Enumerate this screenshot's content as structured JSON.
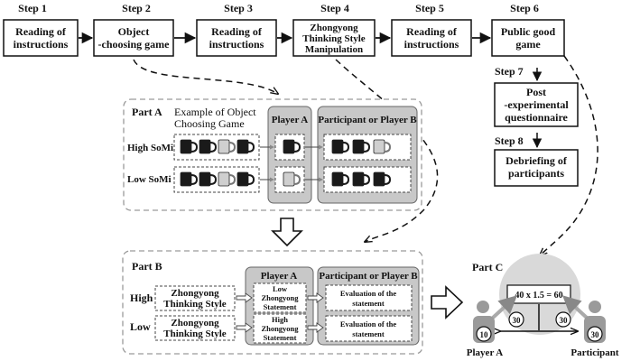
{
  "steps": [
    {
      "label": "Step 1",
      "box": [
        "Reading of",
        "instructions"
      ]
    },
    {
      "label": "Step 2",
      "box": [
        "Object",
        "-choosing game"
      ]
    },
    {
      "label": "Step 3",
      "box": [
        "Reading of",
        "instructions"
      ]
    },
    {
      "label": "Step 4",
      "box": [
        "Zhongyong",
        "Thinking Style",
        "Manipulation"
      ]
    },
    {
      "label": "Step 5",
      "box": [
        "Reading of",
        "instructions"
      ]
    },
    {
      "label": "Step 6",
      "box": [
        "Public good",
        "game"
      ]
    },
    {
      "label": "Step 7",
      "box": [
        "Post",
        "-experimental",
        "questionnaire"
      ]
    },
    {
      "label": "Step 8",
      "box": [
        "Debriefing of",
        "participants"
      ]
    }
  ],
  "partA": {
    "title": "Part A",
    "example_label": [
      "Example of Object",
      "Choosing Game"
    ],
    "player_a": "Player A",
    "participant_b": "Participant or Player B",
    "rows": [
      {
        "label": "High SoMi",
        "cups": [
          "dark",
          "dark",
          "light",
          "dark"
        ],
        "player_a_cups": [
          "dark"
        ],
        "participant_cups": [
          "dark",
          "dark",
          "light"
        ]
      },
      {
        "label": "Low SoMi",
        "cups": [
          "dark",
          "dark",
          "light",
          "dark"
        ],
        "player_a_cups": [
          "light"
        ],
        "participant_cups": [
          "dark",
          "dark",
          "dark"
        ]
      }
    ]
  },
  "partB": {
    "title": "Part B",
    "player_a": "Player A",
    "participant_b": "Participant or Player B",
    "rows": [
      {
        "level": "High",
        "style": [
          "Zhongyong",
          "Thinking Style"
        ],
        "statement": [
          "Low",
          "Zhongyong",
          "Statement"
        ],
        "evaluation": [
          "Evaluation of the",
          "statement"
        ]
      },
      {
        "level": "Low",
        "style": [
          "Zhongyong",
          "Thinking Style"
        ],
        "statement": [
          "High",
          "Zhongyong",
          "Statement"
        ],
        "evaluation": [
          "Evaluation of the",
          "statement"
        ]
      }
    ]
  },
  "partC": {
    "title": "Part C",
    "equation": "40 x 1.5 = 60",
    "player_a_label": "Player A",
    "participant_label": "Participant",
    "player_a_keep": "10",
    "participant_keep": "30",
    "player_a_contrib": "30",
    "participant_contrib": "30"
  },
  "colors": {
    "box_border": "#111111",
    "panel_gray": "#c8c8c8",
    "dashed_gray": "#9a9a9a",
    "circle_gray": "#d9d9d9",
    "cup_dark": "#1a1a1a",
    "cup_light": "#cfcfcf"
  }
}
